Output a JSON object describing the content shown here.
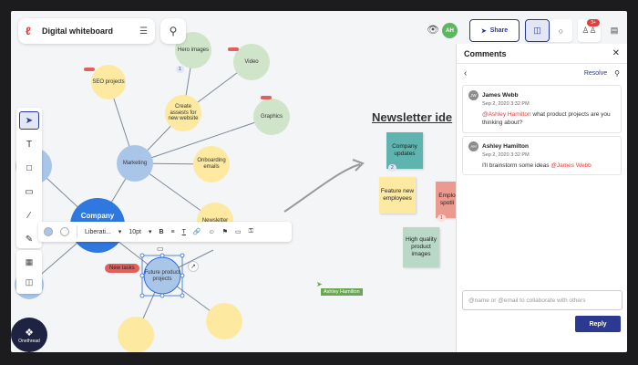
{
  "header": {
    "title": "Digital whiteboard",
    "logo_icon": "onethread-logo-icon",
    "menu_icon": "hamburger-icon",
    "search_icon": "search-icon",
    "avatar_initials": "AH",
    "share_label": "Share",
    "notifications_badge": "3+"
  },
  "mindmap": {
    "central": "Company",
    "nodes": [
      "Hero images",
      "Video",
      "SEO projects",
      "Create assests for new website",
      "Graphics",
      "Marketing",
      "Onboarding emails",
      "Newsletter",
      "Future product projects"
    ],
    "node_reaction": "1",
    "pill_tag": "New tasks"
  },
  "format_bar": {
    "font": "Liberati...",
    "size": "10pt"
  },
  "board": {
    "heading": "Newsletter ide",
    "stickies": [
      {
        "text": "Company updates",
        "color": "#5fb4b0",
        "reaction": "2"
      },
      {
        "text": "Feature new employees",
        "color": "#fde9a0"
      },
      {
        "text": "Emplo spotli",
        "color": "#ea9a8f",
        "reaction": "1"
      },
      {
        "text": "High quality product images",
        "color": "#b9d8c6"
      }
    ],
    "cursor_label": "Ashley Hamilton"
  },
  "brand": {
    "name": "Onethread"
  },
  "comments": {
    "title": "Comments",
    "resolve": "Resolve",
    "items": [
      {
        "initials": "JW",
        "author": "James Webb",
        "date": "Sep 2, 2020 3:32 PM",
        "mention": "@Ashley Hamilton",
        "text": " what product projects are you thinking about?"
      },
      {
        "initials": "AH",
        "author": "Ashley Hamilton",
        "date": "Sep 2, 2020 3:32 PM",
        "text": "I'll brainstorm some ideas ",
        "mention": "@James Webb"
      }
    ],
    "input_placeholder": "@name or @email to collaborate with others",
    "reply_label": "Reply"
  }
}
